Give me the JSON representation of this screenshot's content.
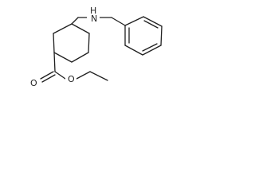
{
  "molecule": {
    "atoms": {
      "amine_h": "H",
      "amine_n": "N",
      "carbonyl_o": "O",
      "ester_o": "O"
    }
  }
}
